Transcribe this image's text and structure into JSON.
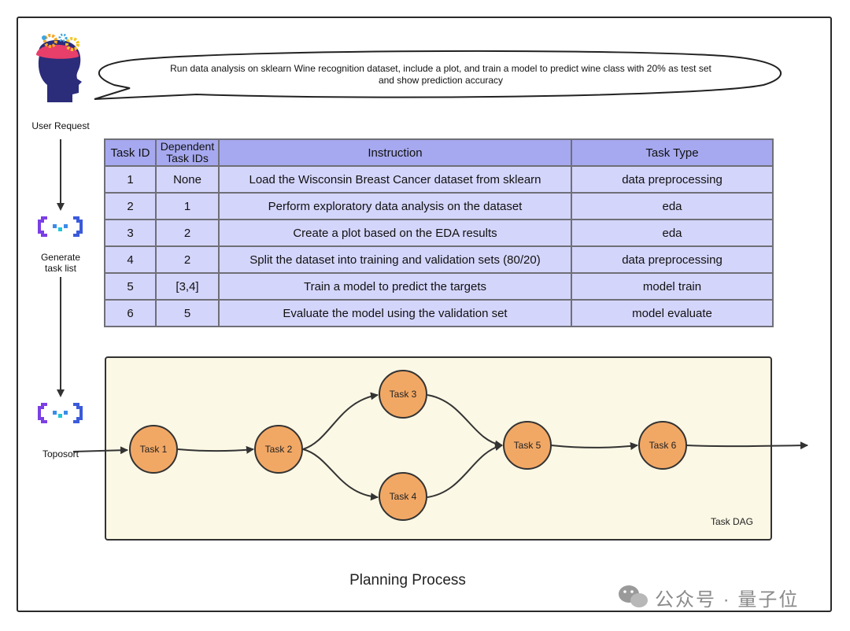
{
  "request": {
    "line1": "Run data analysis on sklearn Wine recognition dataset, include a plot, and train a model to predict wine class with 20% as test set",
    "line2": "and show prediction accuracy"
  },
  "sidebar": {
    "user_request": "User Request",
    "generate_line1": "Generate",
    "generate_line2": "task list",
    "toposort": "Toposort"
  },
  "table": {
    "headers": {
      "task_id": "Task ID",
      "dep_line1": "Dependent",
      "dep_line2": "Task IDs",
      "instruction": "Instruction",
      "task_type": "Task Type"
    },
    "rows": [
      {
        "id": "1",
        "dep": "None",
        "instruction": "Load the Wisconsin Breast Cancer dataset from sklearn",
        "type": "data preprocessing"
      },
      {
        "id": "2",
        "dep": "1",
        "instruction": "Perform exploratory data analysis on the dataset",
        "type": "eda"
      },
      {
        "id": "3",
        "dep": "2",
        "instruction": "Create a plot based on the EDA results",
        "type": "eda"
      },
      {
        "id": "4",
        "dep": "2",
        "instruction": "Split the dataset into training and validation sets (80/20)",
        "type": "data preprocessing"
      },
      {
        "id": "5",
        "dep": "[3,4]",
        "instruction": "Train a model to predict the targets",
        "type": "model train"
      },
      {
        "id": "6",
        "dep": "5",
        "instruction": "Evaluate the model using the validation set",
        "type": "model evaluate"
      }
    ]
  },
  "dag": {
    "nodes": [
      "Task 1",
      "Task 2",
      "Task 3",
      "Task 4",
      "Task 5",
      "Task 6"
    ],
    "label": "Task DAG"
  },
  "footer": {
    "title": "Planning Process",
    "watermark": "公众号 · 量子位"
  },
  "colors": {
    "header_fill": "#a6a9ef",
    "row_fill": "#d4d5fb",
    "node_fill": "#f2a865",
    "dag_background": "#fbf8e5",
    "icon_blue": "#2b2c7a"
  }
}
